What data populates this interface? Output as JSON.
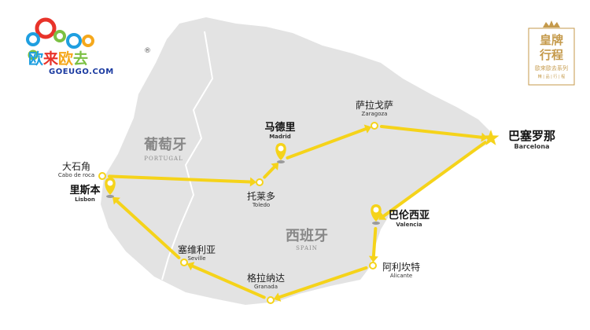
{
  "logo": {
    "brand_chars": [
      "欧",
      "来",
      "欧",
      "去"
    ],
    "brand_colors": [
      "#1f9fe0",
      "#e8332a",
      "#f5a81c",
      "#7bc043"
    ],
    "registered_mark": "®",
    "domain": "GOEUGO.COM"
  },
  "badge": {
    "line1": "皇牌",
    "line2": "行程",
    "line3": "歐來歐去系列",
    "line4": "精 | 品 | 行 | 程",
    "icon": "crown-icon",
    "color": "#c59a4b"
  },
  "countries": [
    {
      "zh": "葡萄牙",
      "en": "PORTUGAL"
    },
    {
      "zh": "西班牙",
      "en": "SPAIN"
    }
  ],
  "cities": [
    {
      "zh": "大石角",
      "en": "Cabo de roca",
      "marker": "dot",
      "bold": false
    },
    {
      "zh": "里斯本",
      "en": "Lisbon",
      "marker": "pin",
      "bold": true
    },
    {
      "zh": "托莱多",
      "en": "Toledo",
      "marker": "dot",
      "bold": false
    },
    {
      "zh": "马德里",
      "en": "Madrid",
      "marker": "pin",
      "bold": true
    },
    {
      "zh": "萨拉戈萨",
      "en": "Zaragoza",
      "marker": "dot",
      "bold": false
    },
    {
      "zh": "巴塞罗那",
      "en": "Barcelona",
      "marker": "star",
      "bold": true
    },
    {
      "zh": "巴伦西亚",
      "en": "Valencia",
      "marker": "pin",
      "bold": true
    },
    {
      "zh": "阿利坎特",
      "en": "Alicante",
      "marker": "dot",
      "bold": false
    },
    {
      "zh": "格拉纳达",
      "en": "Granada",
      "marker": "dot",
      "bold": false
    },
    {
      "zh": "塞维利亚",
      "en": "Seville",
      "marker": "dot",
      "bold": false
    }
  ],
  "route": {
    "color": "#f5d31a",
    "order": [
      "大石角",
      "托莱多",
      "马德里",
      "萨拉戈萨",
      "巴塞罗那",
      "巴伦西亚",
      "阿利坎特",
      "格拉纳达",
      "塞维利亚",
      "里斯本"
    ]
  },
  "colors": {
    "land": "#e3e3e3",
    "border": "#ffffff",
    "star": "#f5d31a",
    "pin": "#f5d31a"
  }
}
